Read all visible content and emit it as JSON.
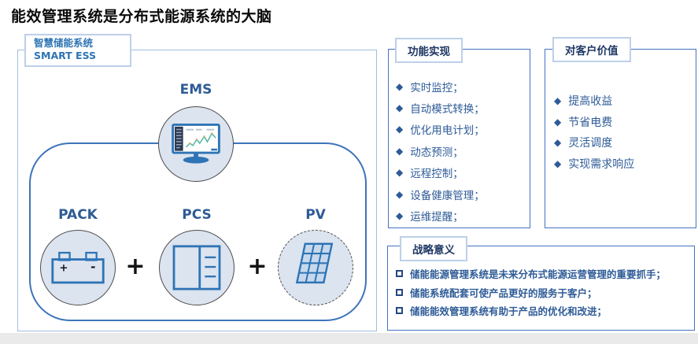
{
  "title": "能效管理系统是分布式能源系统的大脑",
  "colors": {
    "accent_blue": "#2e74b5",
    "deep_navy": "#1f3864",
    "item_blue": "#2e5b97",
    "panel_border": "#4472c4",
    "light_border": "#bdd0e9",
    "circle_fill": "#dce4f0",
    "footer_gray": "#eaeaea"
  },
  "diagram": {
    "badge_line1": "智慧储能系统",
    "badge_line2": "SMART ESS",
    "ems_label": "EMS",
    "pack_label": "PACK",
    "pcs_label": "PCS",
    "pv_label": "PV",
    "plus_sign": "+",
    "battery_plus": "+",
    "battery_minus": "-"
  },
  "panels": {
    "functions": {
      "title": "功能实现",
      "bullet_char": "◆",
      "items": [
        "实时监控；",
        "自动模式转换；",
        "优化用电计划；",
        "动态预测；",
        "远程控制；",
        "设备健康管理；",
        "运维提醒；"
      ]
    },
    "customer_value": {
      "title": "对客户价值",
      "bullet_char": "◆",
      "items": [
        "提高收益",
        "节省电费",
        "灵活调度",
        "实现需求响应"
      ]
    },
    "strategic": {
      "title": "战略意义",
      "items": [
        "储能能源管理系统是未来分布式能源运营管理的重要抓手；",
        "储能系统配套可使产品更好的服务于客户；",
        "储能能效管理系统有助于产品的优化和改进；"
      ]
    }
  }
}
